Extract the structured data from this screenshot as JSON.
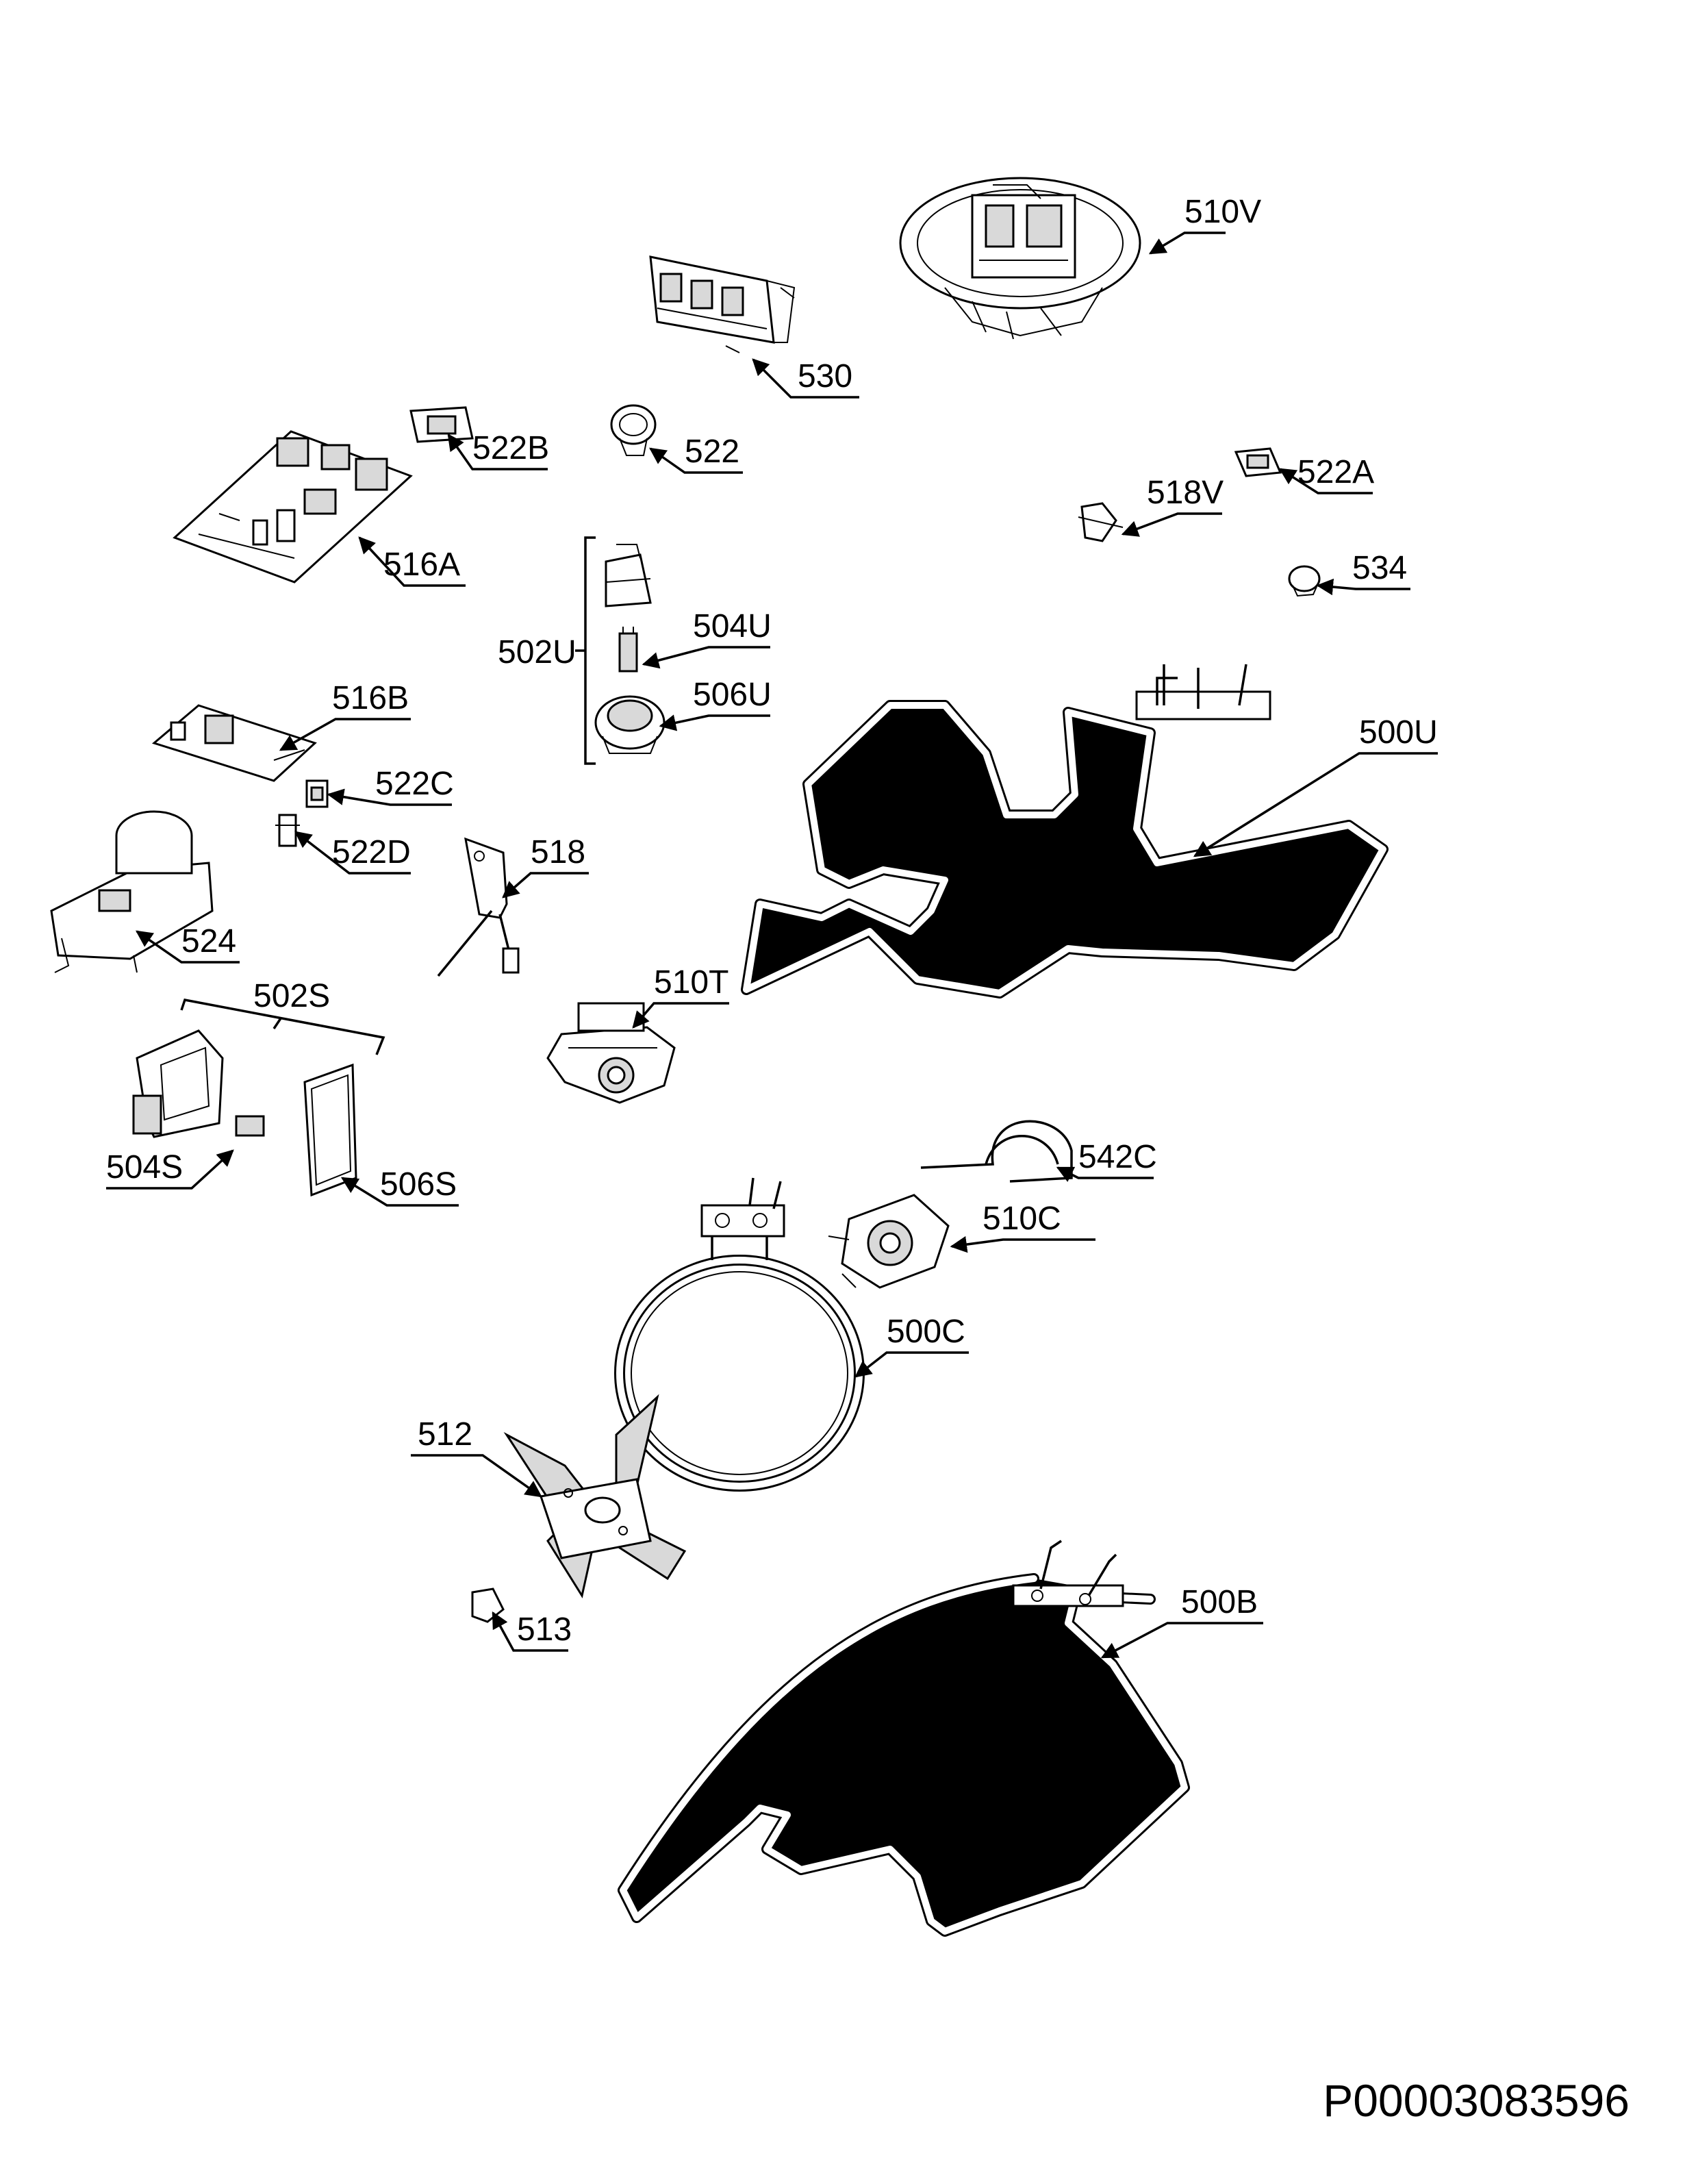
{
  "document_code": "P00003083596",
  "labels": {
    "l510V": "510V",
    "l530": "530",
    "l522B": "522B",
    "l522": "522",
    "l522A": "522A",
    "l518V": "518V",
    "l516A": "516A",
    "l534": "534",
    "l502U": "502U",
    "l504U": "504U",
    "l506U": "506U",
    "l500U": "500U",
    "l516B": "516B",
    "l522C": "522C",
    "l522D": "522D",
    "l518": "518",
    "l524": "524",
    "l502S": "502S",
    "l510T": "510T",
    "l504S": "504S",
    "l506S": "506S",
    "l542C": "542C",
    "l510C": "510C",
    "l500C": "500C",
    "l512": "512",
    "l513": "513",
    "l500B": "500B"
  }
}
